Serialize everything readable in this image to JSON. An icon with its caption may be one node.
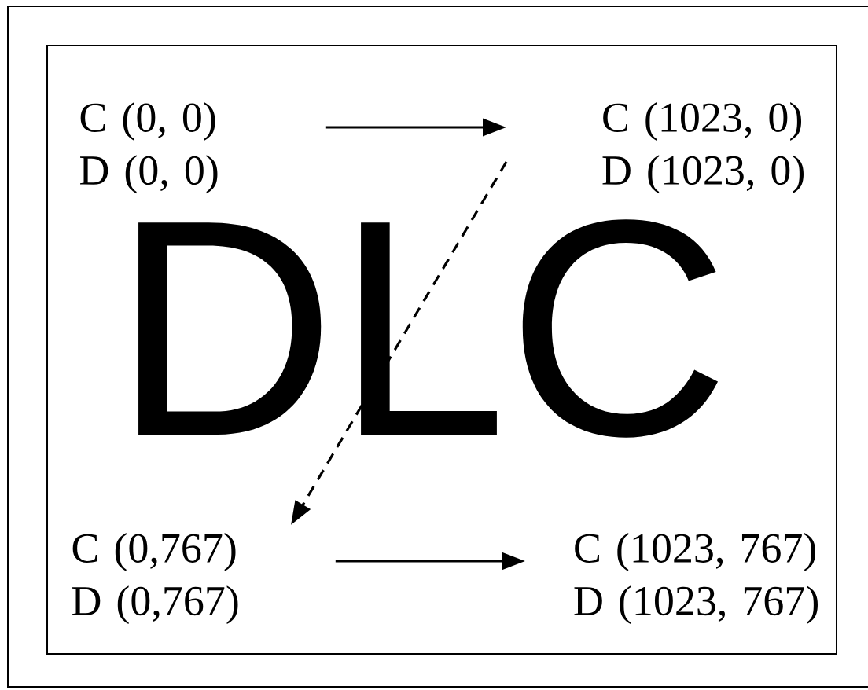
{
  "diagram": {
    "nodes": [
      {
        "text": [
          "C (0, 0)",
          "D (0, 0)"
        ]
      },
      {
        "text": [
          "C (1023, 0)",
          "D (1023, 0)"
        ]
      },
      {
        "text": [
          "C (0,767)",
          "D (0,767)"
        ]
      },
      {
        "text": [
          "C (1023, 767)",
          "D (1023, 767)"
        ]
      }
    ],
    "edges": [
      {
        "from": 0,
        "to": 1,
        "arrow": "to"
      },
      {
        "from": 1,
        "to": 2,
        "arrow": "to",
        "style": "dashed"
      },
      {
        "from": 2,
        "to": 3,
        "arrow": "to"
      }
    ],
    "labels": [
      "DLC"
    ]
  }
}
